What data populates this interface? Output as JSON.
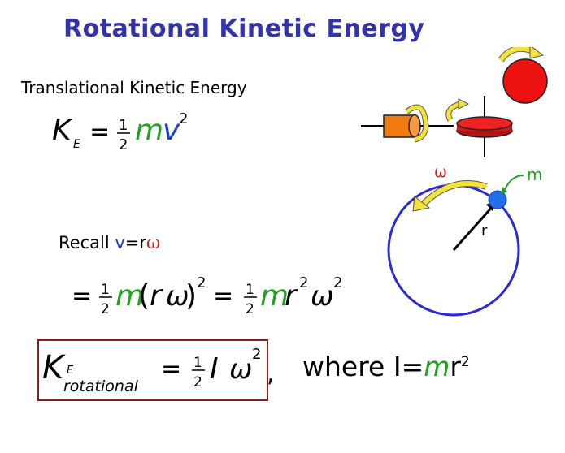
{
  "slide": {
    "title": "Rotational Kinetic Energy",
    "translational_label": "Translational Kinetic Energy",
    "recall": {
      "prefix": "Recall ",
      "v": "v",
      "eq": "=r",
      "omega": "ω"
    },
    "where": {
      "text": "where I=",
      "m": "m",
      "r": "r",
      "exp": "2"
    }
  },
  "formula1": {
    "K": "K",
    "sub": "E",
    "eq": "=",
    "num": "1",
    "den": "2",
    "m": "m",
    "v": "v",
    "exp": "2"
  },
  "formula2": {
    "eq": "=",
    "num": "1",
    "den": "2",
    "m": "m",
    "lparen": "(",
    "r": "r",
    "omega": "ω",
    "rparen": ")",
    "exp": "2",
    "eq2": "=",
    "num2": "1",
    "den2": "2",
    "m2": "m",
    "r2": "r",
    "rexp": "2",
    "omega2": "ω",
    "oexp": "2"
  },
  "formula3": {
    "K": "K",
    "sub": "E",
    "subsub": "rotational",
    "eq": "=",
    "num": "1",
    "den": "2",
    "I": "I",
    "omega": "ω",
    "exp": "2",
    "comma": ","
  },
  "diagram": {
    "omega_label": "ω",
    "m_label": "m",
    "r_label": "r"
  },
  "colors": {
    "title": "#3333aa",
    "green": "#22a022",
    "blue": "#1a3dd6",
    "red": "#ee1111",
    "orange": "#ee7a10",
    "box_border": "#8b1c1c",
    "yellow_arrow": "#f2e23a"
  }
}
